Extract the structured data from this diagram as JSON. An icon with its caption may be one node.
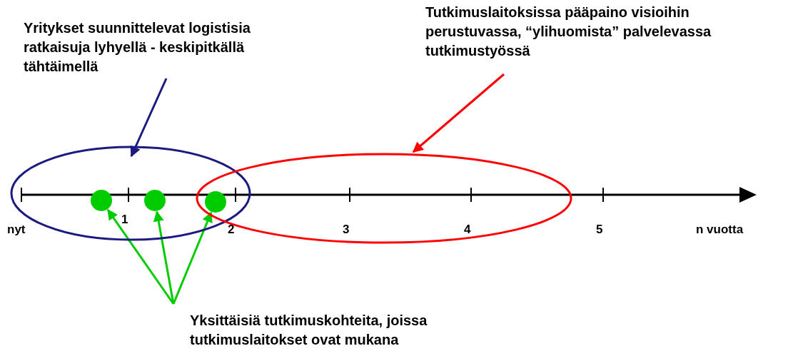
{
  "diagram": {
    "nodes": [
      {
        "text": [
          "Yritykset suunnittelevat logistisia ratkaisuja lyhyellä - keskipitkällä tähtäimellä"
        ]
      },
      {
        "text": [],
        "shape": "ellipse"
      },
      {
        "text": [
          "Tutkimuslaitoksissa pääpaino visioihin perustuvassa, “ylihuomista” palvelevassa tutkimustyössä"
        ]
      },
      {
        "text": [],
        "shape": "ellipse"
      },
      {
        "text": [],
        "shape": "circle",
        "in": 1
      },
      {
        "text": [],
        "shape": "circle",
        "in": 1
      },
      {
        "text": [],
        "shape": "circle"
      },
      {
        "text": [
          "Yksittäisiä tutkimuskohteita, joissa tutkimuslaitokset ovat mukana"
        ]
      }
    ],
    "edges": [
      {
        "from": 0,
        "to": 1,
        "arrow": "to",
        "color": "#1a1a80"
      },
      {
        "from": 2,
        "to": 3,
        "arrow": "to",
        "color": "#ff0000"
      },
      {
        "from": 7,
        "to": 4,
        "arrow": "to"
      },
      {
        "from": 7,
        "to": 5,
        "arrow": "to"
      },
      {
        "from": 7,
        "to": 6,
        "arrow": "to"
      }
    ],
    "labels": [
      "nyt",
      "1",
      "2",
      "3",
      "4",
      "5",
      "n vuotta"
    ]
  }
}
